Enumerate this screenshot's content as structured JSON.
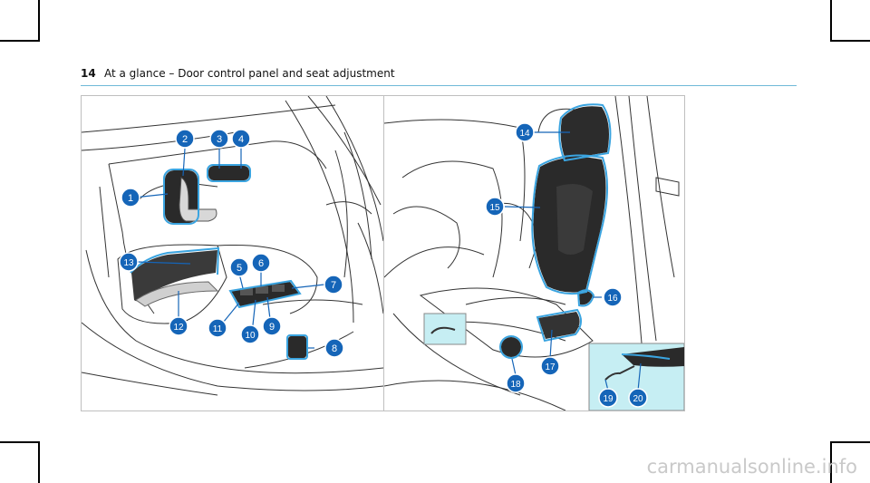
{
  "header": {
    "page_number": "14",
    "title": "At a glance – Door control panel and seat adjustment"
  },
  "colors": {
    "callout": "#1565b8",
    "highlight": "#3aa4e0",
    "inset_bg": "#c6eef3",
    "rule": "#6fb9d8"
  },
  "door_panel": {
    "callouts": [
      "1",
      "2",
      "3",
      "4",
      "5",
      "6",
      "7",
      "8",
      "9",
      "10",
      "11",
      "12",
      "13"
    ]
  },
  "seat_panel": {
    "callouts": [
      "14",
      "15",
      "16",
      "17",
      "18",
      "19",
      "20"
    ]
  },
  "watermark": "carmanualsonline.info"
}
